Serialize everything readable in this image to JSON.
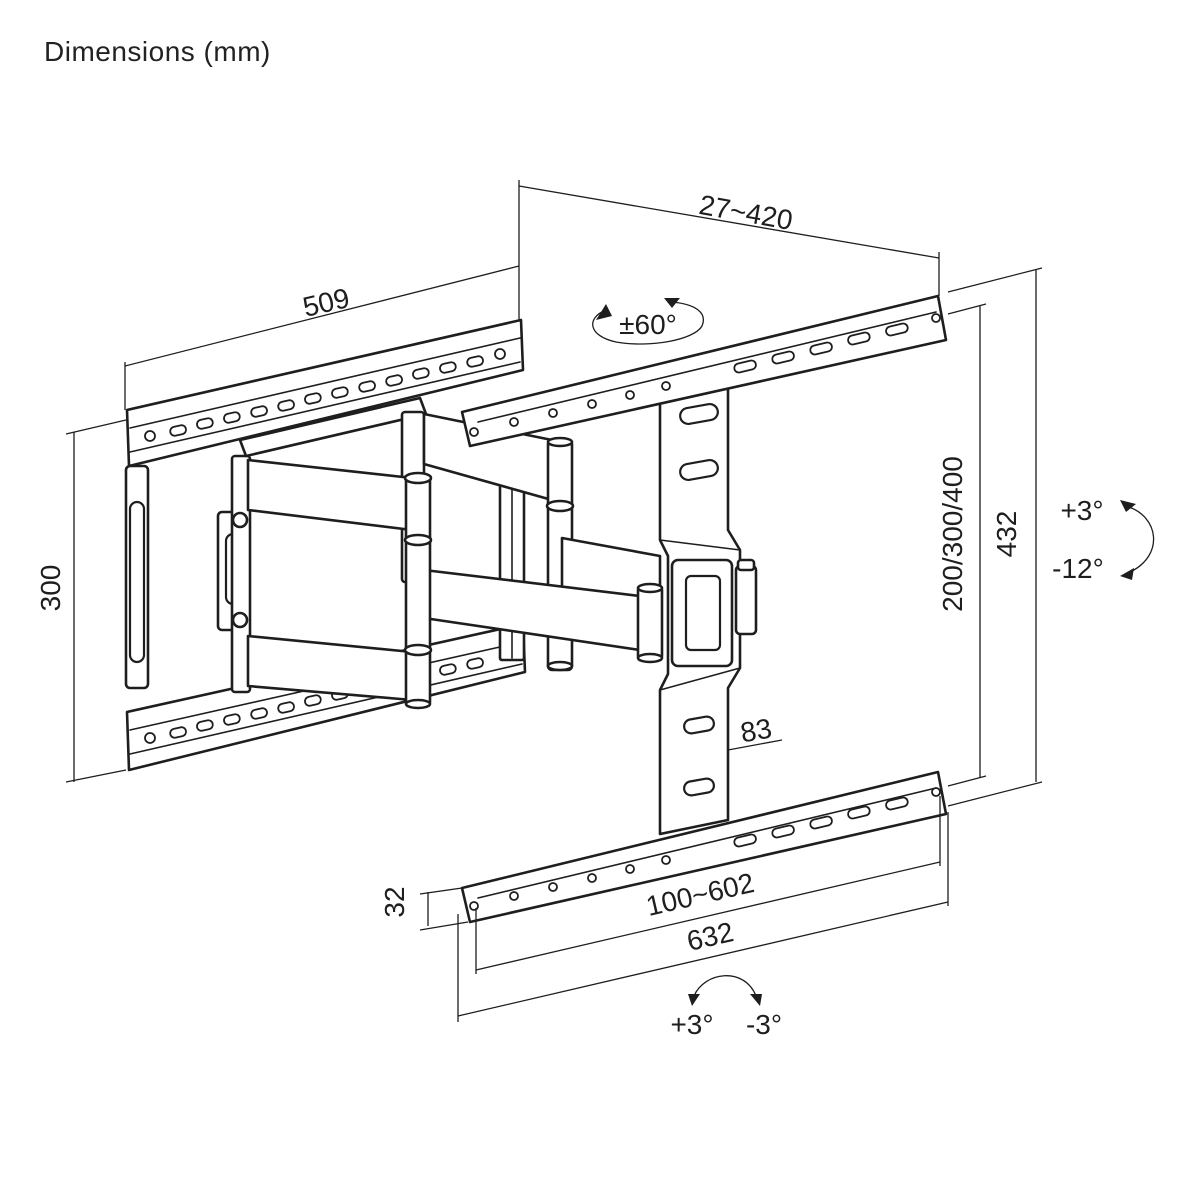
{
  "title": "Dimensions (mm)",
  "dimensions": {
    "wall_plate_width": "509",
    "wall_plate_height": "300",
    "extension": "27~420",
    "swivel": "±60°",
    "vesa_vertical": "200/300/400",
    "overall_height": "432",
    "tilt_up": "+3°",
    "tilt_down": "-12°",
    "center_plate_width": "83",
    "rail_height": "32",
    "vesa_horizontal": "100~602",
    "rail_length": "632",
    "level_plus": "+3°",
    "level_minus": "-3°"
  }
}
